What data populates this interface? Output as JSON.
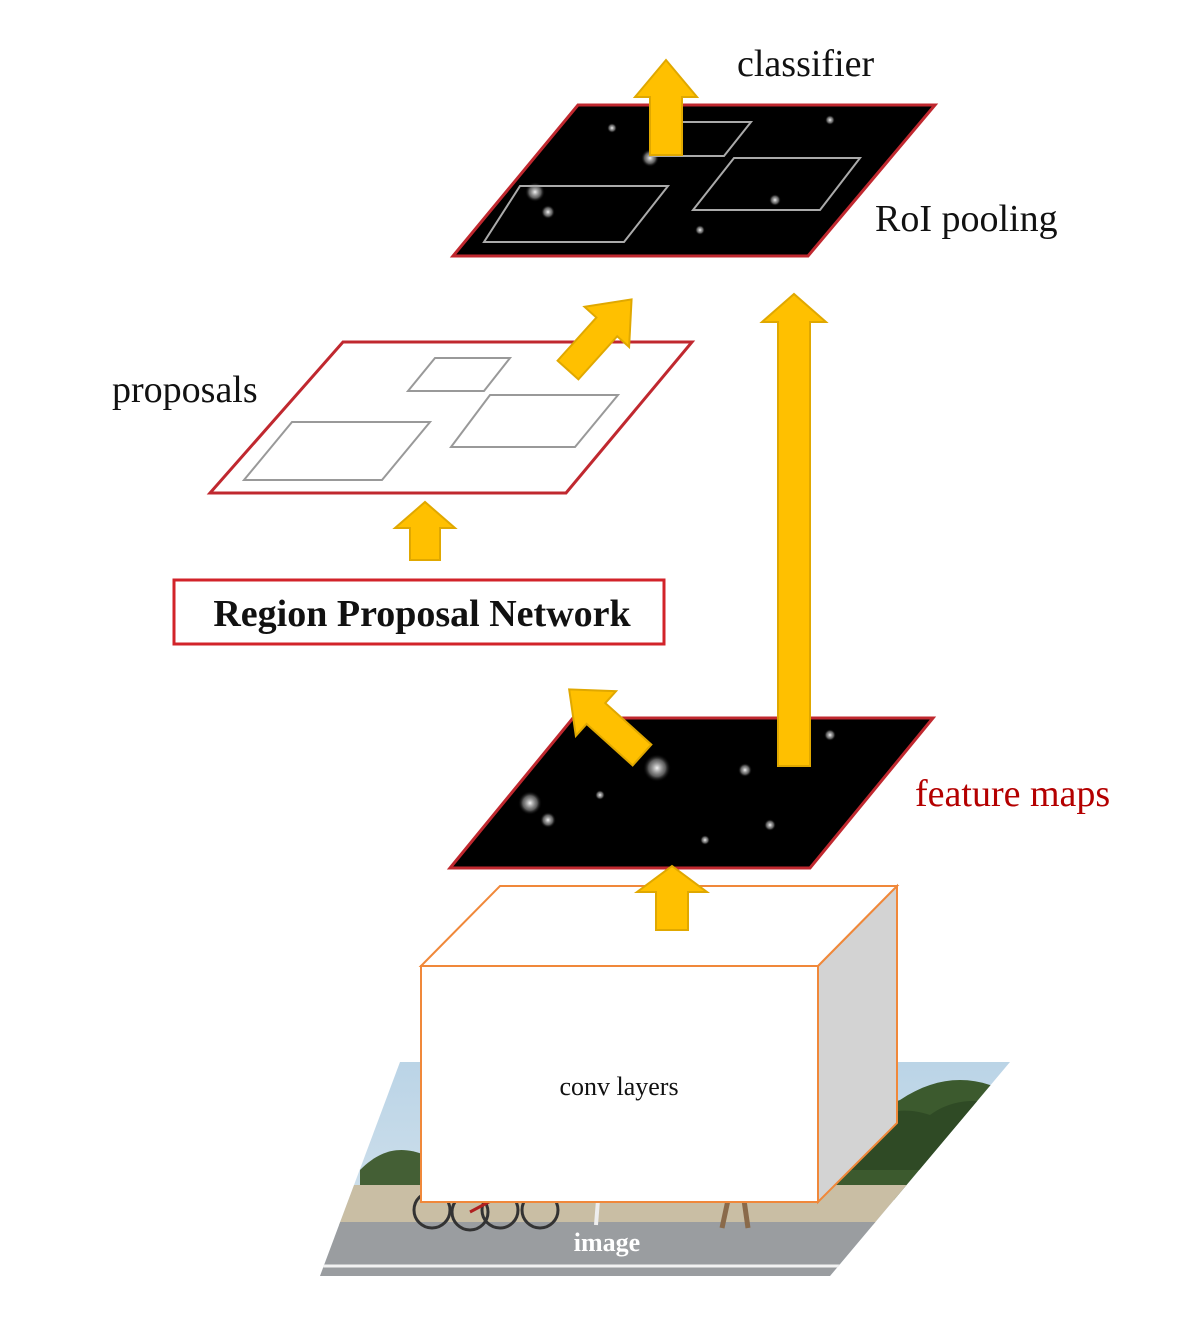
{
  "labels": {
    "classifier": "classifier",
    "roi_pooling": "RoI pooling",
    "proposals": "proposals",
    "rpn": "Region Proposal Network",
    "feature_maps": "feature maps",
    "conv_layers": "conv layers",
    "image": "image"
  },
  "colors": {
    "arrow_fill": "#FFC000",
    "arrow_stroke": "#E0A800",
    "plane_border": "#C0282F",
    "feature_maps_text": "#B40000",
    "conv_box_border": "#F0883A",
    "conv_box_side": "#D3D3D3",
    "proposal_box": "#999999"
  }
}
